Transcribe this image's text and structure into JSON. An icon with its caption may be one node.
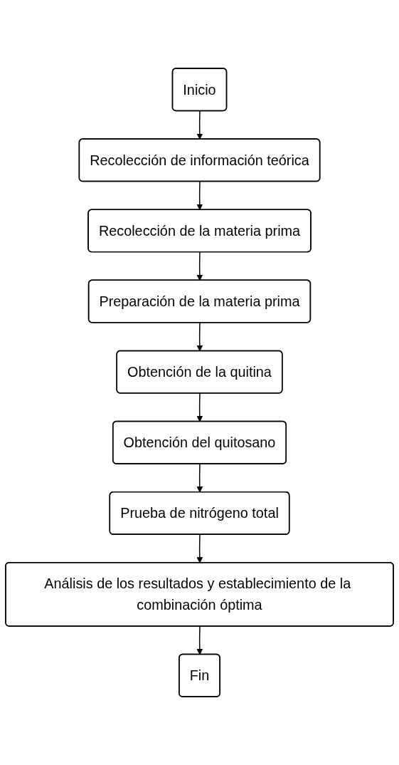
{
  "diagram": {
    "nodes": [
      {
        "text": [
          "Inicio"
        ]
      },
      {
        "text": [
          "Recolección de información teórica"
        ]
      },
      {
        "text": [
          "Recolección de la materia prima"
        ]
      },
      {
        "text": [
          "Preparación de la materia prima"
        ]
      },
      {
        "text": [
          "Obtención de la quitina"
        ]
      },
      {
        "text": [
          "Obtención del quitosano"
        ]
      },
      {
        "text": [
          "Prueba de nitrógeno total"
        ]
      },
      {
        "text": [
          "Análisis de los resultados y establecimiento de la combinación óptima"
        ]
      },
      {
        "text": [
          "Fin"
        ]
      }
    ],
    "edges": [
      {
        "from": 0,
        "to": 1,
        "arrow": "to"
      },
      {
        "from": 1,
        "to": 2,
        "arrow": "to"
      },
      {
        "from": 2,
        "to": 3,
        "arrow": "to"
      },
      {
        "from": 3,
        "to": 4,
        "arrow": "to"
      },
      {
        "from": 4,
        "to": 5,
        "arrow": "to"
      },
      {
        "from": 5,
        "to": 6,
        "arrow": "to"
      },
      {
        "from": 6,
        "to": 7,
        "arrow": "to"
      },
      {
        "from": 7,
        "to": 8,
        "arrow": "to"
      }
    ]
  }
}
